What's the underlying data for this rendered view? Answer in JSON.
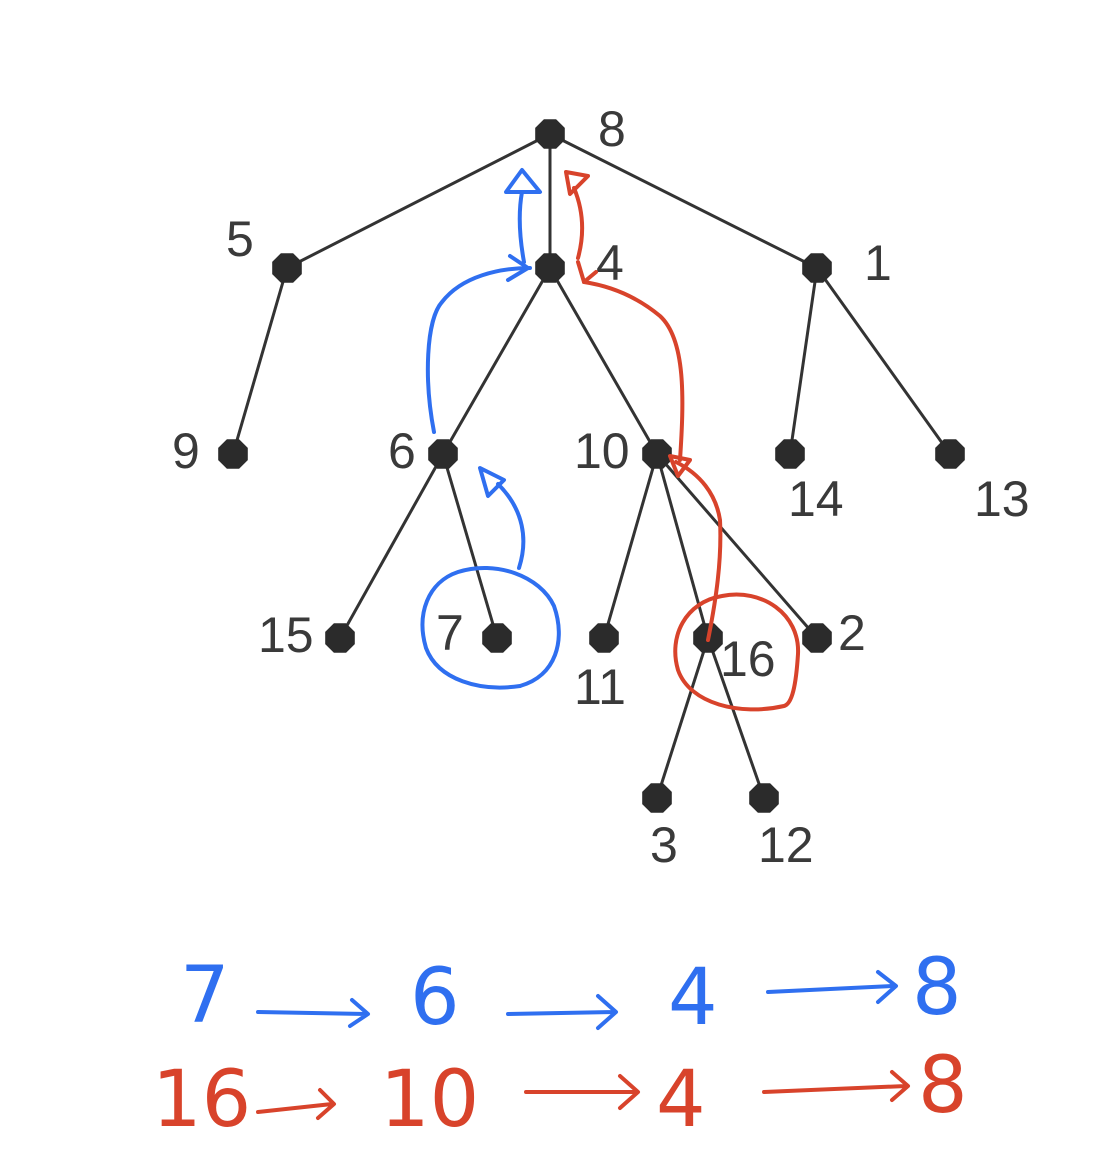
{
  "tree": {
    "nodes": [
      {
        "id": "8",
        "label": "8"
      },
      {
        "id": "5",
        "label": "5"
      },
      {
        "id": "4",
        "label": "4"
      },
      {
        "id": "1",
        "label": "1"
      },
      {
        "id": "9",
        "label": "9"
      },
      {
        "id": "6",
        "label": "6"
      },
      {
        "id": "10",
        "label": "10"
      },
      {
        "id": "14",
        "label": "14"
      },
      {
        "id": "13",
        "label": "13"
      },
      {
        "id": "15",
        "label": "15"
      },
      {
        "id": "7",
        "label": "7"
      },
      {
        "id": "11",
        "label": "11"
      },
      {
        "id": "16",
        "label": "16"
      },
      {
        "id": "2",
        "label": "2"
      },
      {
        "id": "3",
        "label": "3"
      },
      {
        "id": "12",
        "label": "12"
      }
    ],
    "edges": [
      [
        "8",
        "5"
      ],
      [
        "8",
        "4"
      ],
      [
        "8",
        "1"
      ],
      [
        "5",
        "9"
      ],
      [
        "4",
        "6"
      ],
      [
        "4",
        "10"
      ],
      [
        "1",
        "14"
      ],
      [
        "1",
        "13"
      ],
      [
        "6",
        "15"
      ],
      [
        "6",
        "7"
      ],
      [
        "10",
        "11"
      ],
      [
        "10",
        "16"
      ],
      [
        "10",
        "2"
      ],
      [
        "16",
        "3"
      ],
      [
        "16",
        "12"
      ]
    ]
  },
  "annotations": {
    "blue_color": "#2f6ff0",
    "red_color": "#d8432b",
    "blue_path_text": [
      "7",
      "6",
      "4",
      "8"
    ],
    "red_path_text": [
      "16",
      "10",
      "4",
      "8"
    ]
  }
}
